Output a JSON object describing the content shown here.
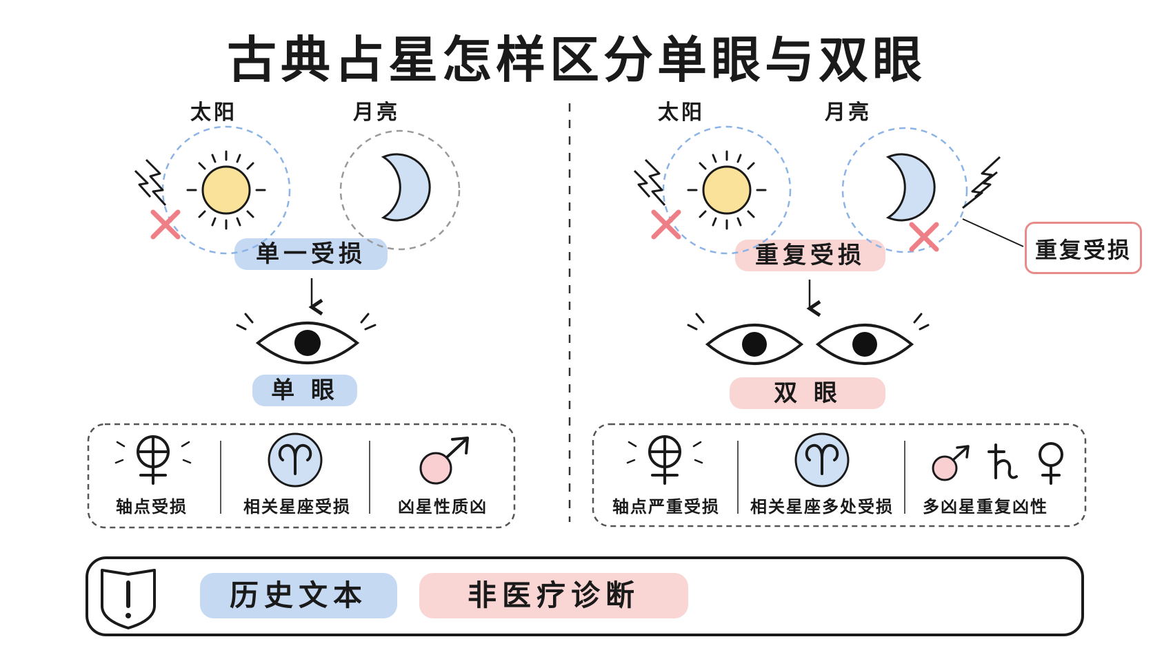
{
  "title": "古典占星怎样区分单眼与双眼",
  "left": {
    "sun_label": "太阳",
    "moon_label": "月亮",
    "affliction_label": "单一受损",
    "result_label": "单 眼",
    "factors": [
      {
        "icon": "point-of-fortune-glyph",
        "label": "轴点受损"
      },
      {
        "icon": "aries-glyph",
        "label": "相关星座受损"
      },
      {
        "icon": "mars-glyph",
        "label": "凶星性质凶"
      }
    ]
  },
  "right": {
    "sun_label": "太阳",
    "moon_label": "月亮",
    "affliction_label": "重复受损",
    "callout_label": "重复受损",
    "result_label": "双 眼",
    "factors": [
      {
        "icon": "point-of-fortune-glyph",
        "label": "轴点严重受损"
      },
      {
        "icon": "aries-glyph",
        "label": "相关星座多处受损"
      },
      {
        "icon": "mars-saturn-venus-glyphs",
        "label": "多凶星重复凶性"
      }
    ]
  },
  "footer": {
    "icon": "shield-exclamation-icon",
    "tag1": "历史文本",
    "tag2": "非医疗诊断"
  },
  "colors": {
    "blue_pill": "#c5d9f3",
    "pink_pill": "#f9d5d3",
    "sun_fill": "#fae29a",
    "moon_fill": "#cfe0f5",
    "cross_red": "#ee7f86",
    "callout_border": "#e98a8a"
  }
}
